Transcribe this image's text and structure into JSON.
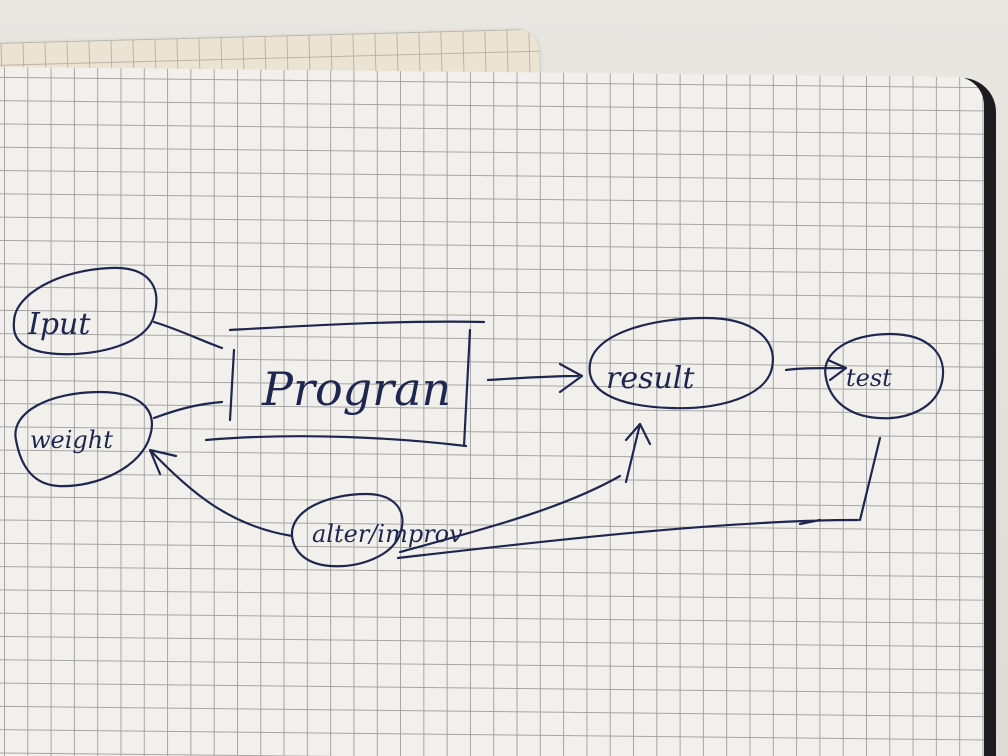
{
  "diagram": {
    "nodes": {
      "input": {
        "label": "Iput"
      },
      "weight": {
        "label": "weight"
      },
      "program": {
        "label": "Progran"
      },
      "result": {
        "label": "result"
      },
      "test": {
        "label": "test"
      },
      "alter_improve": {
        "label": "alter/improv"
      }
    },
    "edges": [
      {
        "from": "input",
        "to": "program"
      },
      {
        "from": "weight",
        "to": "program"
      },
      {
        "from": "program",
        "to": "result"
      },
      {
        "from": "result",
        "to": "test"
      },
      {
        "from": "test",
        "to": "alter_improve"
      },
      {
        "from": "alter_improve",
        "to": "result"
      },
      {
        "from": "alter_improve",
        "to": "weight"
      }
    ]
  },
  "colors": {
    "ink": "#1f2650",
    "paper": "#f1f0ec",
    "grid": "#a7a5a4"
  }
}
